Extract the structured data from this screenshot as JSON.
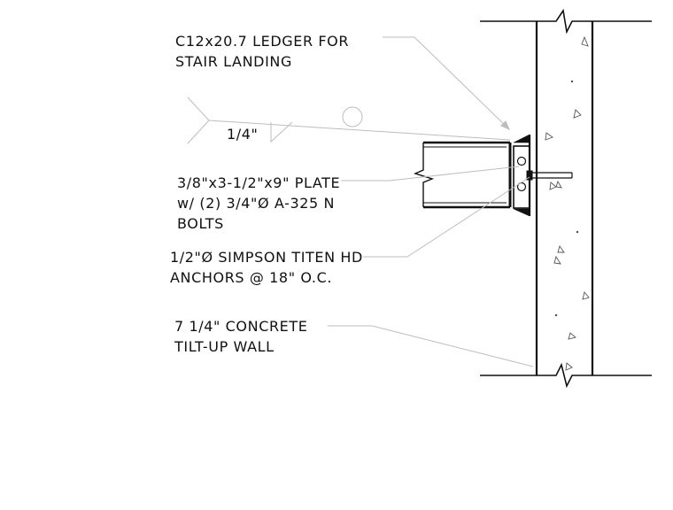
{
  "notes": {
    "ledger": {
      "line1": "C12x20.7 LEDGER FOR",
      "line2": "STAIR LANDING"
    },
    "weld": {
      "size": "1/4\""
    },
    "plate": {
      "line1": "3/8\"x3-1/2\"x9\" PLATE",
      "line2": "w/ (2) 3/4\"Ø A-325 N",
      "line3": "BOLTS"
    },
    "anchors": {
      "line1": "1/2\"Ø SIMPSON TITEN HD",
      "line2": "ANCHORS @ 18\" O.C."
    },
    "wall": {
      "line1": "7 1/4\" CONCRETE",
      "line2": "TILT-UP WALL"
    }
  },
  "colors": {
    "linework": "#111111",
    "leader": "#bdbdbd"
  }
}
